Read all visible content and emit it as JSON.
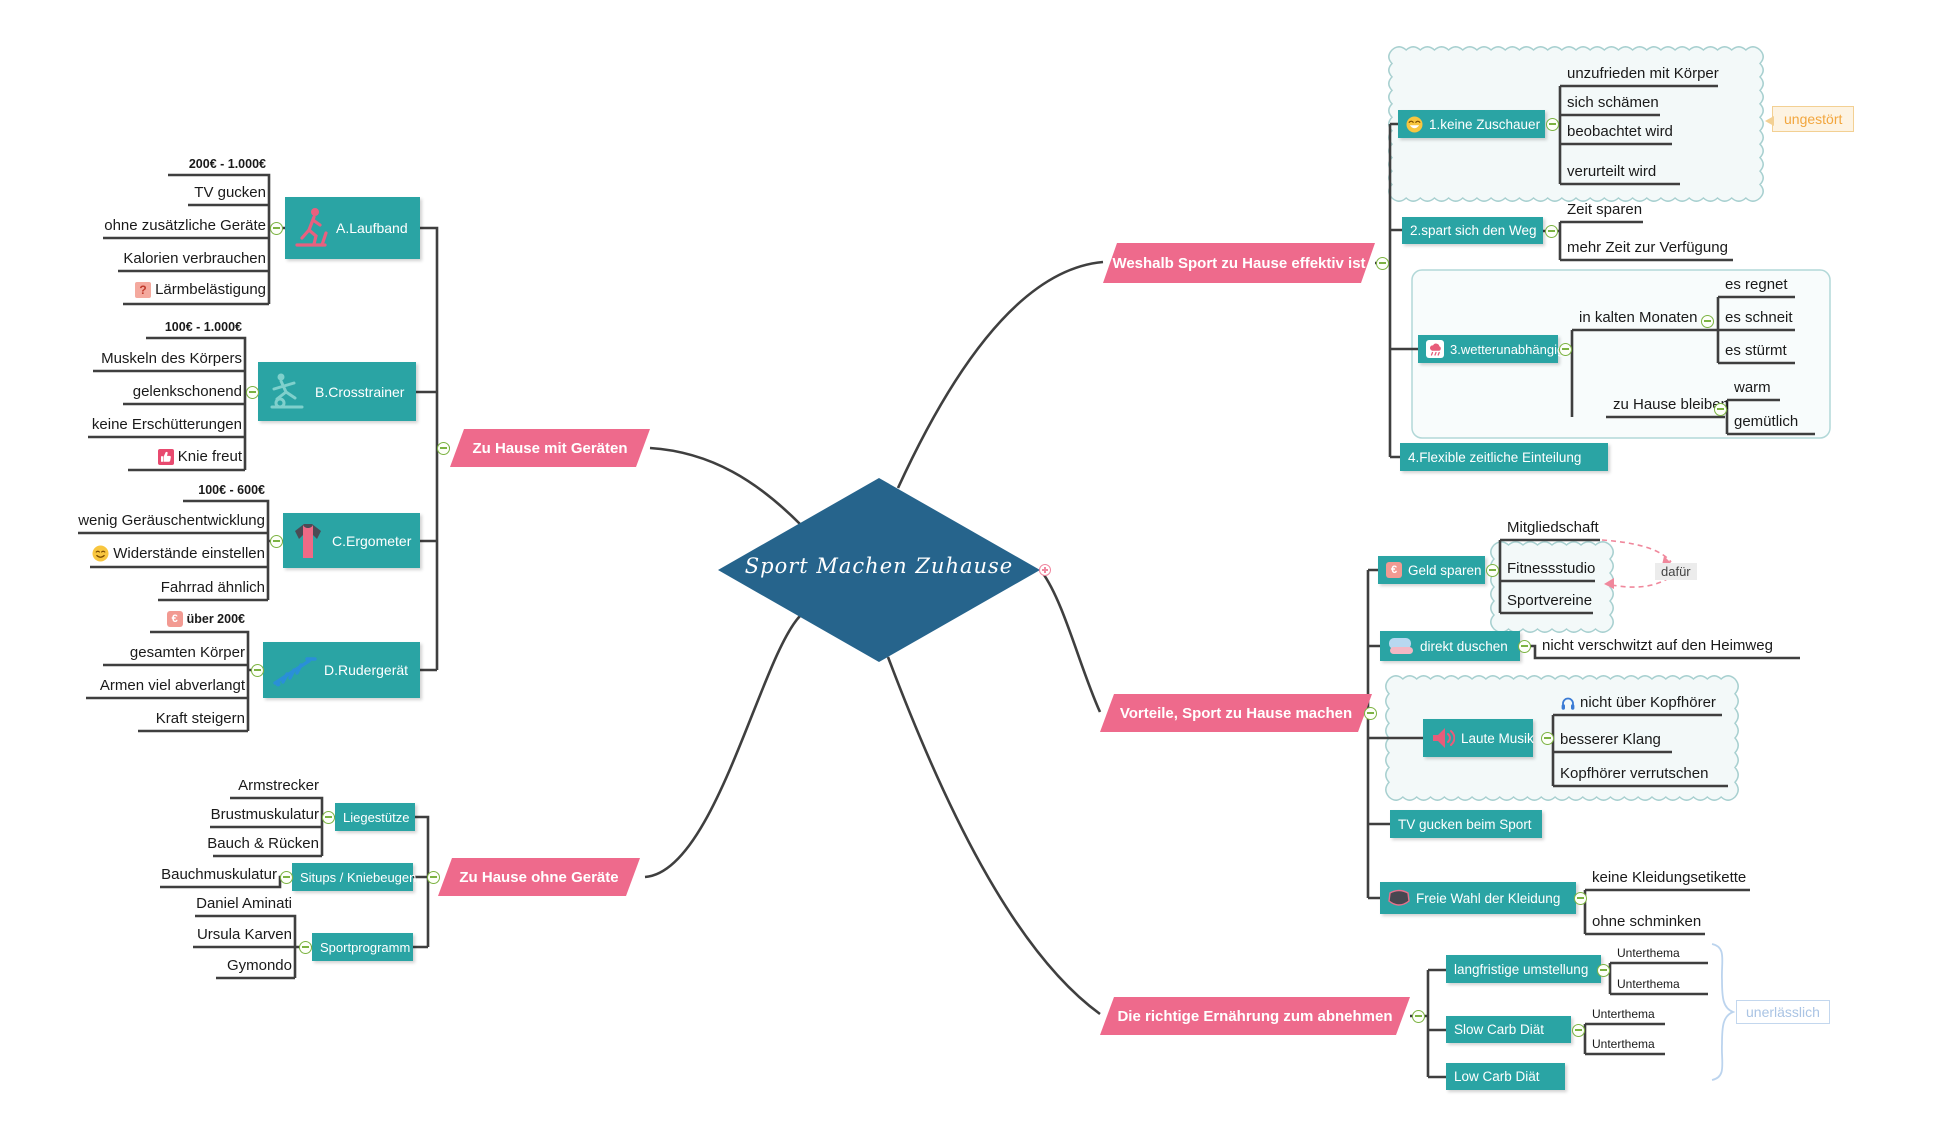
{
  "center": {
    "title": "Sport Machen Zuhause"
  },
  "icons": {
    "euro": "€",
    "question": "?"
  },
  "colors": {
    "teal": "#2aa4a4",
    "pink": "#ee6a8c",
    "diamond": "#26648c",
    "line": "#3f3f3f",
    "marker_green": "#7cb342"
  },
  "left_top": {
    "branch": "Zu Hause  mit Geräten",
    "laufband": {
      "label": "A.Laufband",
      "price": "200€ - 1.000€",
      "items": [
        "TV gucken",
        "ohne zusätzliche Geräte",
        "Kalorien verbrauchen",
        "Lärmbelästigung"
      ]
    },
    "crosstrainer": {
      "label": "B.Crosstrainer",
      "price": "100€ - 1.000€",
      "items": [
        "Muskeln des Körpers",
        "gelenkschonend",
        "keine Erschütterungen",
        "Knie freut"
      ]
    },
    "ergometer": {
      "label": "C.Ergometer",
      "price": "100€ - 600€",
      "items": [
        "wenig Geräuschentwicklung",
        "Widerstände einstellen",
        "Fahrrad ähnlich"
      ]
    },
    "rudergeraet": {
      "label": "D.Rudergerät",
      "price": "über 200€",
      "items": [
        "gesamten Körper",
        "Armen viel abverlangt",
        "Kraft steigern"
      ]
    }
  },
  "left_bottom": {
    "branch": "Zu Hause  ohne Geräte",
    "liegestuetze": {
      "label": "Liegestütze",
      "items": [
        "Armstrecker",
        "Brustmuskulatur",
        "Bauch & Rücken"
      ]
    },
    "situps": {
      "label": "Situps / Kniebeugen",
      "items": [
        "Bauchmuskulatur"
      ]
    },
    "sportprogramm": {
      "label": "Sportprogramm",
      "items": [
        "Daniel Aminati",
        "Ursula Karven",
        "Gymondo"
      ]
    }
  },
  "right_top": {
    "branch": "Weshalb Sport zu Hause effektiv ist",
    "zuschauer": {
      "label": "1.keine Zuschauer",
      "callout": "ungestört",
      "items": [
        "unzufrieden mit Körper",
        "sich schämen",
        "beobachtet wird",
        "verurteilt wird"
      ]
    },
    "weg": {
      "label": "2.spart sich den Weg",
      "items": [
        "Zeit sparen",
        "mehr Zeit zur Verfügung"
      ]
    },
    "wetter": {
      "label": "3.wetterunabhängig",
      "kalt": {
        "label": "in kalten Monaten",
        "items": [
          "es regnet",
          "es schneit",
          "es stürmt"
        ]
      },
      "bleiben": {
        "label": "zu Hause bleiben",
        "items": [
          "warm",
          "gemütlich"
        ]
      }
    },
    "flexibel": {
      "label": "4.Flexible zeitliche Einteilung"
    }
  },
  "right_mid": {
    "branch": "Vorteile, Sport zu Hause machen",
    "geld": {
      "label": "Geld sparen",
      "callout": "dafür",
      "items": [
        "Mitgliedschaft",
        "Fitnessstudio",
        "Sportvereine"
      ]
    },
    "duschen": {
      "label": "direkt duschen",
      "items": [
        "nicht verschwitzt auf den Heimweg"
      ]
    },
    "musik": {
      "label": "Laute Musik",
      "items": [
        "nicht über Kopfhörer",
        "besserer Klang",
        "Kopfhörer verrutschen"
      ]
    },
    "tv": {
      "label": "TV gucken beim Sport"
    },
    "kleidung": {
      "label": "Freie Wahl der Kleidung",
      "items": [
        "keine Kleidungsetikette",
        "ohne schminken"
      ]
    }
  },
  "right_bottom": {
    "branch": "Die richtige Ernährung zum abnehmen",
    "umstellung": {
      "label": "langfristige umstellung",
      "items": [
        "Unterthema",
        "Unterthema"
      ]
    },
    "slow": {
      "label": "Slow Carb Diät",
      "items": [
        "Unterthema",
        "Unterthema"
      ]
    },
    "low": {
      "label": "Low Carb Diät"
    },
    "callout": "unerlässlich"
  }
}
